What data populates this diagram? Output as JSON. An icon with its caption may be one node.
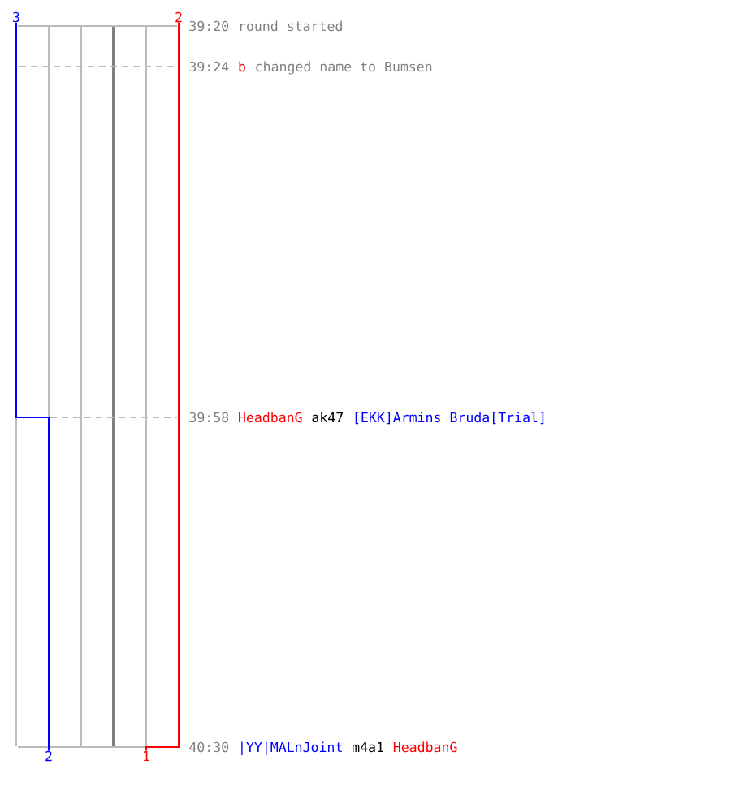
{
  "diagram": {
    "nodes": [
      {
        "text": [
          "3"
        ]
      },
      {
        "text": [
          "2"
        ]
      },
      {
        "text": [
          "2"
        ]
      },
      {
        "text": [
          "1"
        ]
      }
    ],
    "edges": [
      {
        "from": 0,
        "to": 2,
        "arrow": "none",
        "color": "#0000ff"
      },
      {
        "from": 1,
        "to": 3,
        "arrow": "none",
        "color": "#ff0000"
      }
    ],
    "labels": [
      "39:20",
      "round started",
      "39:24",
      "b",
      "changed name to Bumsen",
      "39:58",
      "HeadbanG",
      "ak47",
      "[EKK]Armins Bruda[Trial]",
      "40:30",
      "|YY|MALnJoint",
      "m4a1",
      "HeadbanG"
    ]
  }
}
